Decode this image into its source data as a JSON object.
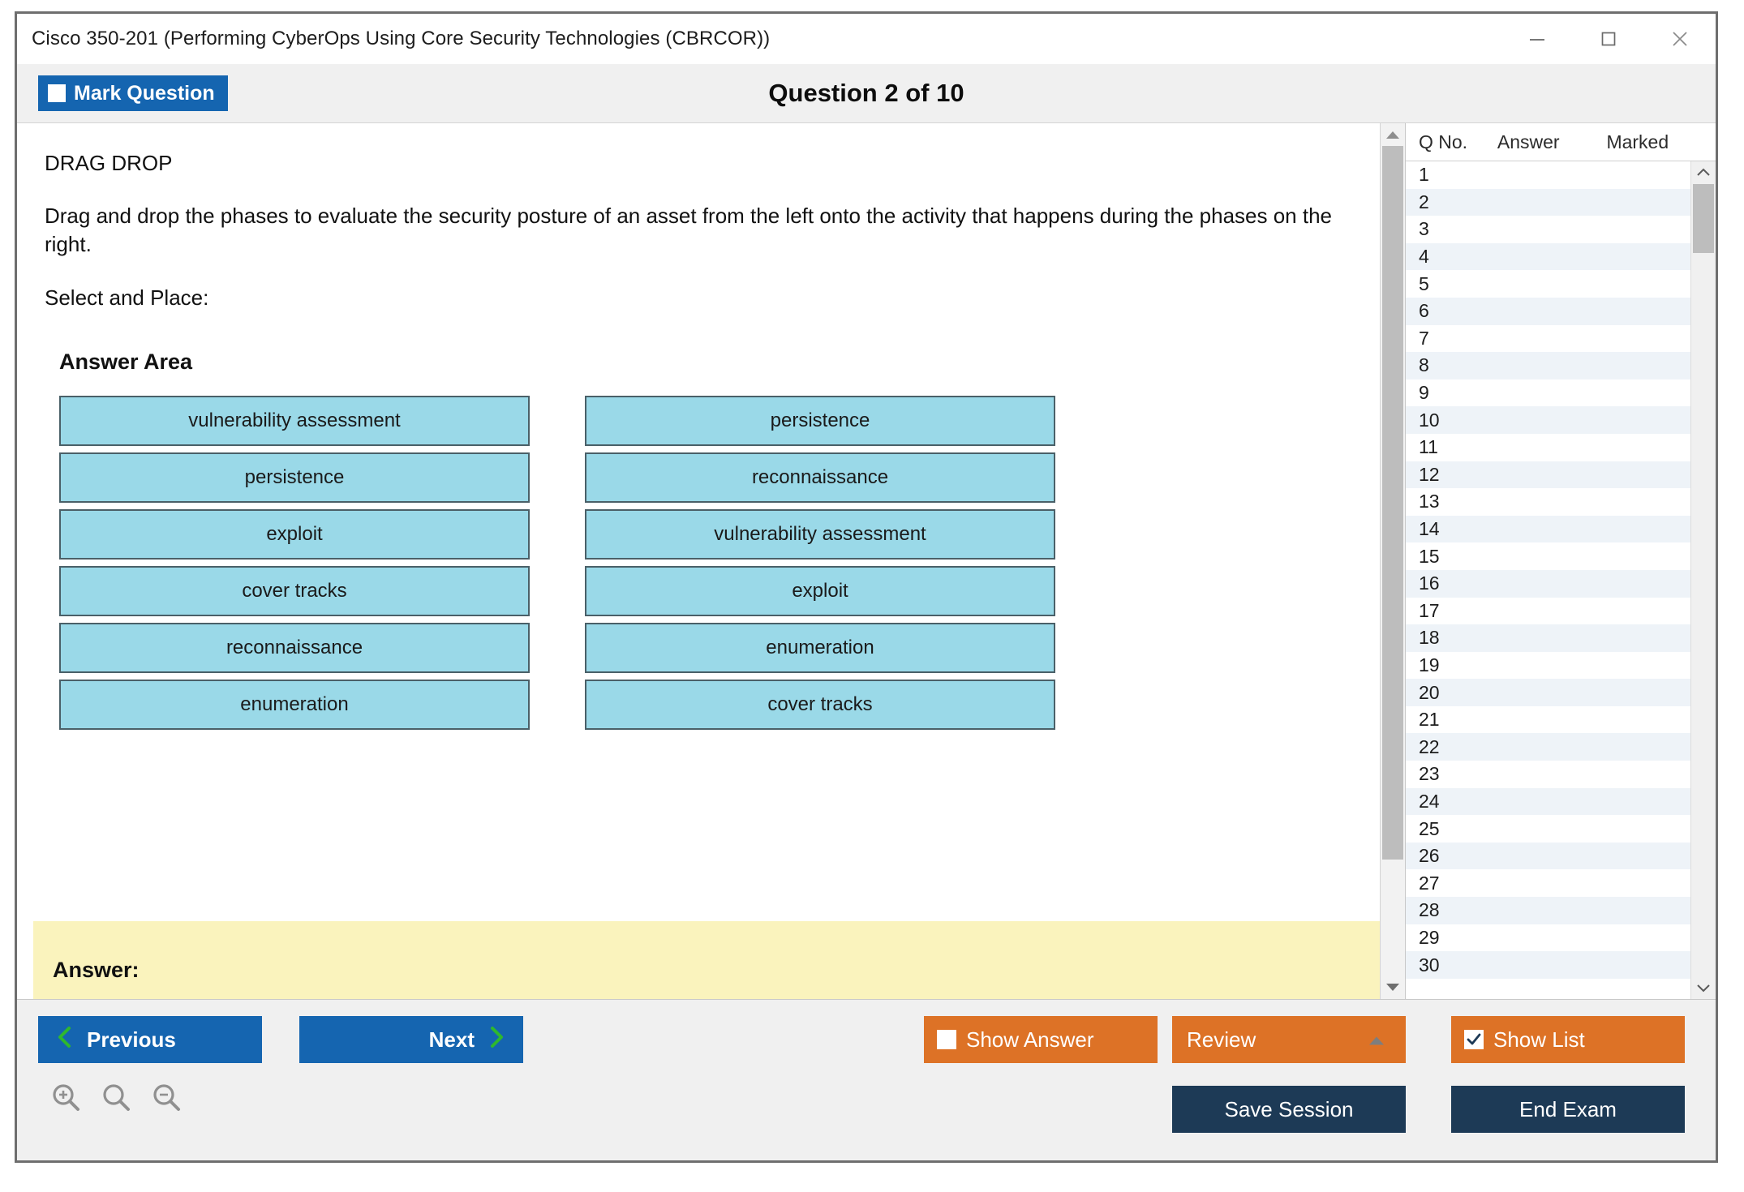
{
  "window": {
    "title": "Cisco 350-201 (Performing CyberOps Using Core Security Technologies (CBRCOR))",
    "controls": {
      "minimize": "minimize-icon",
      "maximize": "maximize-icon",
      "close": "close-icon"
    }
  },
  "header": {
    "mark_question_label": "Mark Question",
    "mark_question_checked": false,
    "question_counter": "Question 2 of 10"
  },
  "question": {
    "type_label": "DRAG DROP",
    "instructions": "Drag and drop the phases to evaluate the security posture of an asset from the left onto the activity that happens during the phases on the right.",
    "select_and_place": "Select and Place:",
    "answer_area_title": "Answer Area",
    "left_items": [
      "vulnerability assessment",
      "persistence",
      "exploit",
      "cover tracks",
      "reconnaissance",
      "enumeration"
    ],
    "right_items": [
      "persistence",
      "reconnaissance",
      "vulnerability assessment",
      "exploit",
      "enumeration",
      "cover tracks"
    ],
    "answer_label": "Answer:",
    "answer_value": ""
  },
  "question_list": {
    "headers": [
      "Q No.",
      "Answer",
      "Marked"
    ],
    "rows": [
      {
        "no": "1",
        "answer": "",
        "marked": ""
      },
      {
        "no": "2",
        "answer": "",
        "marked": ""
      },
      {
        "no": "3",
        "answer": "",
        "marked": ""
      },
      {
        "no": "4",
        "answer": "",
        "marked": ""
      },
      {
        "no": "5",
        "answer": "",
        "marked": ""
      },
      {
        "no": "6",
        "answer": "",
        "marked": ""
      },
      {
        "no": "7",
        "answer": "",
        "marked": ""
      },
      {
        "no": "8",
        "answer": "",
        "marked": ""
      },
      {
        "no": "9",
        "answer": "",
        "marked": ""
      },
      {
        "no": "10",
        "answer": "",
        "marked": ""
      },
      {
        "no": "11",
        "answer": "",
        "marked": ""
      },
      {
        "no": "12",
        "answer": "",
        "marked": ""
      },
      {
        "no": "13",
        "answer": "",
        "marked": ""
      },
      {
        "no": "14",
        "answer": "",
        "marked": ""
      },
      {
        "no": "15",
        "answer": "",
        "marked": ""
      },
      {
        "no": "16",
        "answer": "",
        "marked": ""
      },
      {
        "no": "17",
        "answer": "",
        "marked": ""
      },
      {
        "no": "18",
        "answer": "",
        "marked": ""
      },
      {
        "no": "19",
        "answer": "",
        "marked": ""
      },
      {
        "no": "20",
        "answer": "",
        "marked": ""
      },
      {
        "no": "21",
        "answer": "",
        "marked": ""
      },
      {
        "no": "22",
        "answer": "",
        "marked": ""
      },
      {
        "no": "23",
        "answer": "",
        "marked": ""
      },
      {
        "no": "24",
        "answer": "",
        "marked": ""
      },
      {
        "no": "25",
        "answer": "",
        "marked": ""
      },
      {
        "no": "26",
        "answer": "",
        "marked": ""
      },
      {
        "no": "27",
        "answer": "",
        "marked": ""
      },
      {
        "no": "28",
        "answer": "",
        "marked": ""
      },
      {
        "no": "29",
        "answer": "",
        "marked": ""
      },
      {
        "no": "30",
        "answer": "",
        "marked": ""
      }
    ]
  },
  "footer": {
    "previous_label": "Previous",
    "next_label": "Next",
    "show_answer_label": "Show Answer",
    "show_answer_checked": false,
    "review_label": "Review",
    "show_list_label": "Show List",
    "show_list_checked": true,
    "save_session_label": "Save Session",
    "end_exam_label": "End Exam",
    "zoom_in_icon": "zoom-in-icon",
    "zoom_reset_icon": "zoom-reset-icon",
    "zoom_out_icon": "zoom-out-icon"
  },
  "colors": {
    "primary_blue": "#1565b0",
    "accent_orange": "#dd7226",
    "navy": "#1d3a56",
    "drag_item_fill": "#9ad9e8",
    "answer_strip": "#faf3bd",
    "chevron_green": "#2eb82e"
  }
}
